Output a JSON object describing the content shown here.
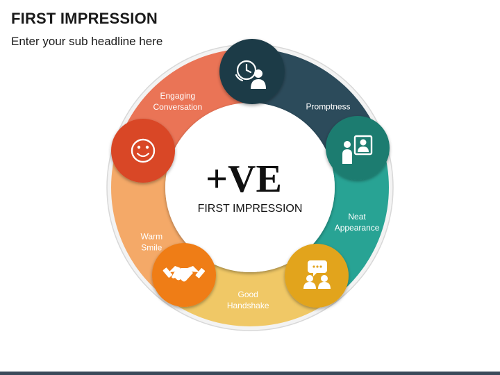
{
  "header": {
    "title": "FIRST IMPRESSION",
    "subtitle": "Enter your sub headline here"
  },
  "center": {
    "big": "+VE",
    "small": "FIRST IMPRESSION"
  },
  "segments": [
    {
      "lines": [
        "Promptness"
      ],
      "color": "#2c4b5b",
      "icon": "clock-person-icon"
    },
    {
      "lines": [
        "Neat",
        "Appearance"
      ],
      "color": "#28a394",
      "icon": "portrait-person-icon"
    },
    {
      "lines": [
        "Good",
        "Handshake"
      ],
      "color": "#f0c866",
      "icon": "speech-bubble-people-icon"
    },
    {
      "lines": [
        "Warm",
        "Smile"
      ],
      "color": "#f4a968",
      "icon": "handshake-icon"
    },
    {
      "lines": [
        "Engaging",
        "Conversation"
      ],
      "color": "#ea7456",
      "icon": "smiley-face-icon"
    }
  ],
  "colors": {
    "node_promptness": "#1e3b47",
    "node_appearance": "#1e7c6f",
    "node_handshake_talk": "#e2a41e",
    "node_handshake": "#ef7d16",
    "node_smile": "#d94627",
    "outer_ring": "#efefef"
  }
}
